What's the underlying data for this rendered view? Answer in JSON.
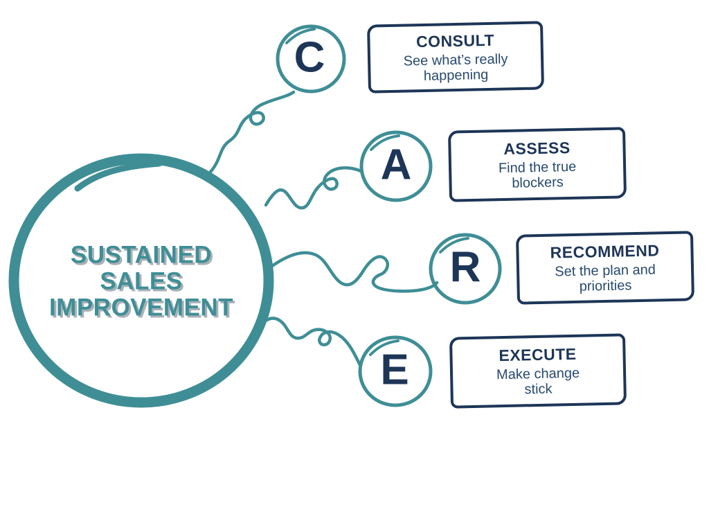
{
  "center": {
    "title": "SUSTAINED\nSALES\nIMPROVEMENT"
  },
  "nodes": [
    {
      "letter": "C",
      "title": "CONSULT",
      "subtitle": "See what’s really\nhappening"
    },
    {
      "letter": "A",
      "title": "ASSESS",
      "subtitle": "Find the true\nblockers"
    },
    {
      "letter": "R",
      "title": "RECOMMEND",
      "subtitle": "Set the plan and\npriorities"
    },
    {
      "letter": "E",
      "title": "EXECUTE",
      "subtitle": "Make change\nstick"
    }
  ],
  "colors": {
    "teal": "#3F8E96",
    "navy": "#1D3557",
    "subtitle_navy": "#27496D",
    "title_shadow": "#AAB1B7",
    "background": "#FFFFFF"
  }
}
